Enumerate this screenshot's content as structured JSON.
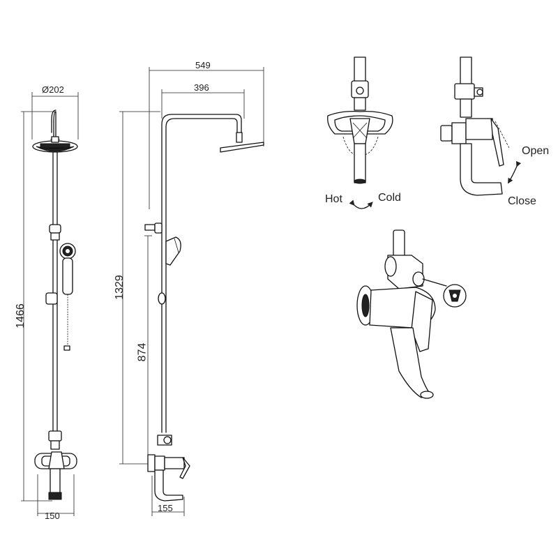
{
  "dimensions": {
    "head_diameter": "Ø202",
    "total_height": "1466",
    "mixer_width": "150",
    "arm_reach": "549",
    "head_offset": "396",
    "rail_height": "1329",
    "holder_height": "874",
    "spout_length": "155"
  },
  "operation": {
    "hot": "Hot",
    "cold": "Cold",
    "open": "Open",
    "close": "Close"
  }
}
